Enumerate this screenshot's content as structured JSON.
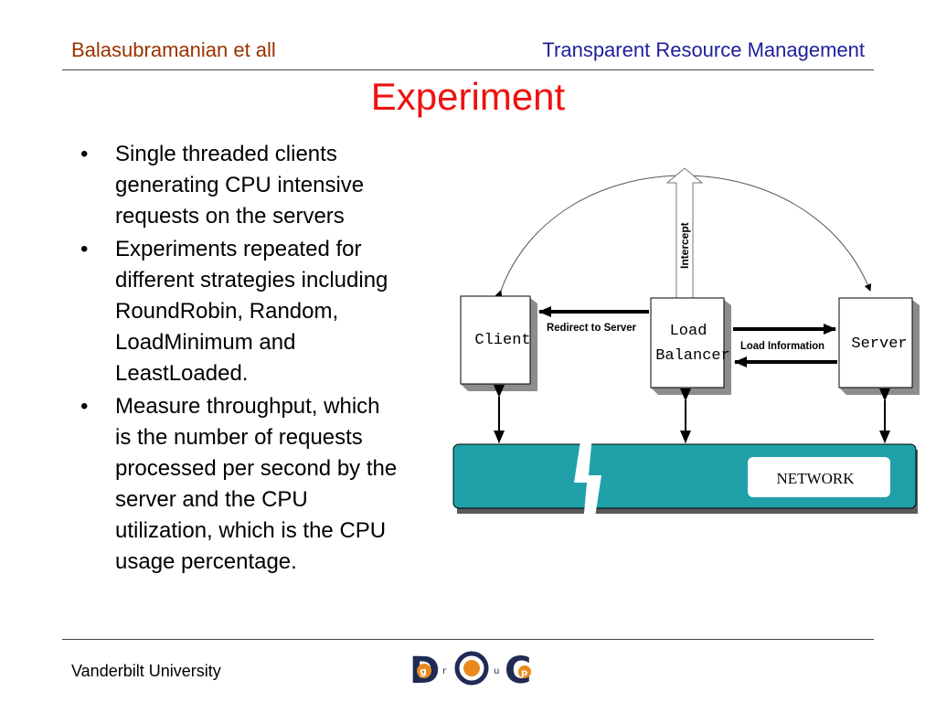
{
  "header": {
    "left": "Balasubramanian et all",
    "right": "Transparent Resource Management"
  },
  "title": "Experiment",
  "bullets": [
    {
      "lines": [
        "Single threaded clients",
        "generating CPU intensive",
        "requests on the servers"
      ]
    },
    {
      "lines": [
        "Experiments repeated for",
        "different strategies including",
        "RoundRobin, Random,",
        "LoadMinimum and",
        "LeastLoaded."
      ]
    },
    {
      "lines": [
        "Measure throughput, which",
        "is the number of requests",
        "processed per second by the",
        "server and the CPU",
        "utilization, which is the CPU",
        "usage percentage."
      ]
    }
  ],
  "diagram": {
    "client_label": "Client",
    "load_balancer_label": [
      "Load",
      "Balancer"
    ],
    "server_label": "Server",
    "intercept_label": "Intercept",
    "redirect_label": "Redirect to Server",
    "load_info_label": "Load Information",
    "network_label": "NETWORK",
    "colors": {
      "network_fill": "#20a0a8",
      "box_fill": "#ffffff",
      "shadow": "#8c8c8c"
    }
  },
  "footer": {
    "left": "Vanderbilt University",
    "logo_letters": [
      "D",
      "r",
      "O",
      "u",
      "C"
    ],
    "logo_small": [
      "g",
      "p"
    ],
    "logo_colors": {
      "dark": "#1f2a55",
      "orange": "#e88a1c"
    }
  }
}
